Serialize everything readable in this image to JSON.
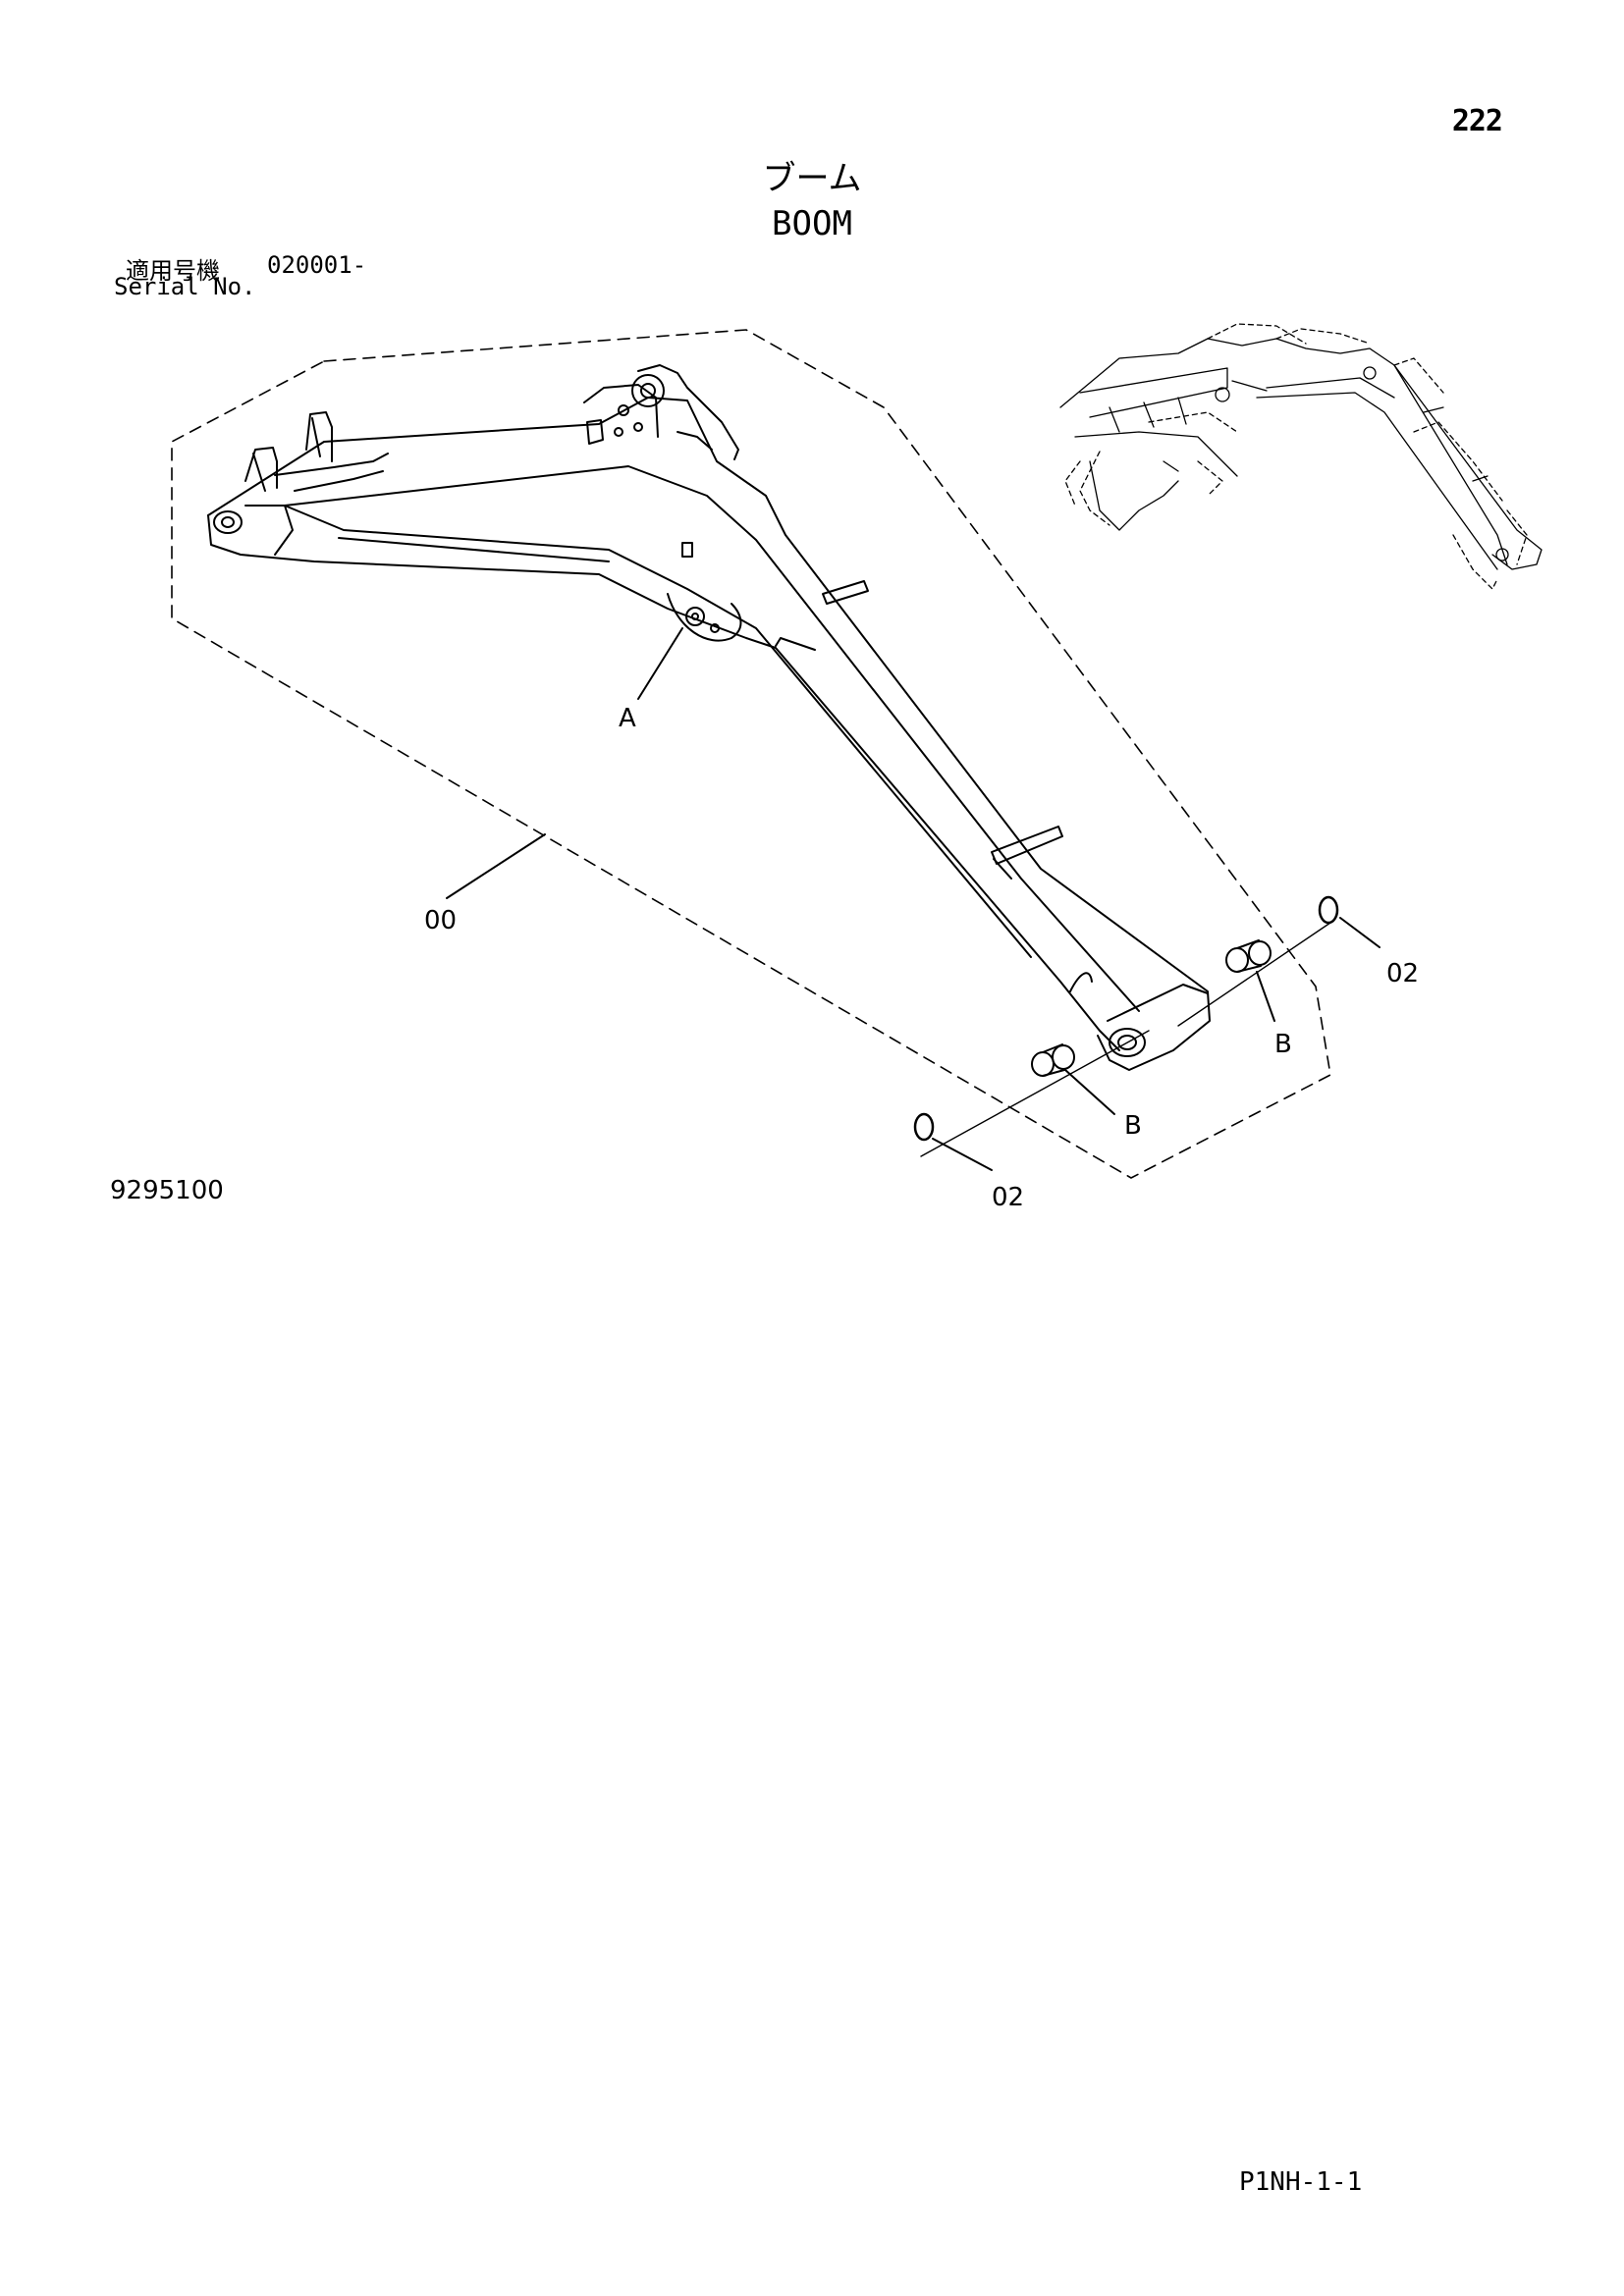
{
  "header": {
    "page_number": "222",
    "title_ja": "ブーム",
    "title_en": "BOOM"
  },
  "serial": {
    "label_ja": "適用号機",
    "value": "020001-",
    "label_en": "Serial No."
  },
  "callouts": {
    "assembly": "00",
    "bushing_left": "B",
    "bushing_right": "B",
    "ring_left": "02",
    "ring_right": "02",
    "weld_detail": "A"
  },
  "footer": {
    "drawing_number": "9295100",
    "page_code": "P1NH-1-1"
  }
}
